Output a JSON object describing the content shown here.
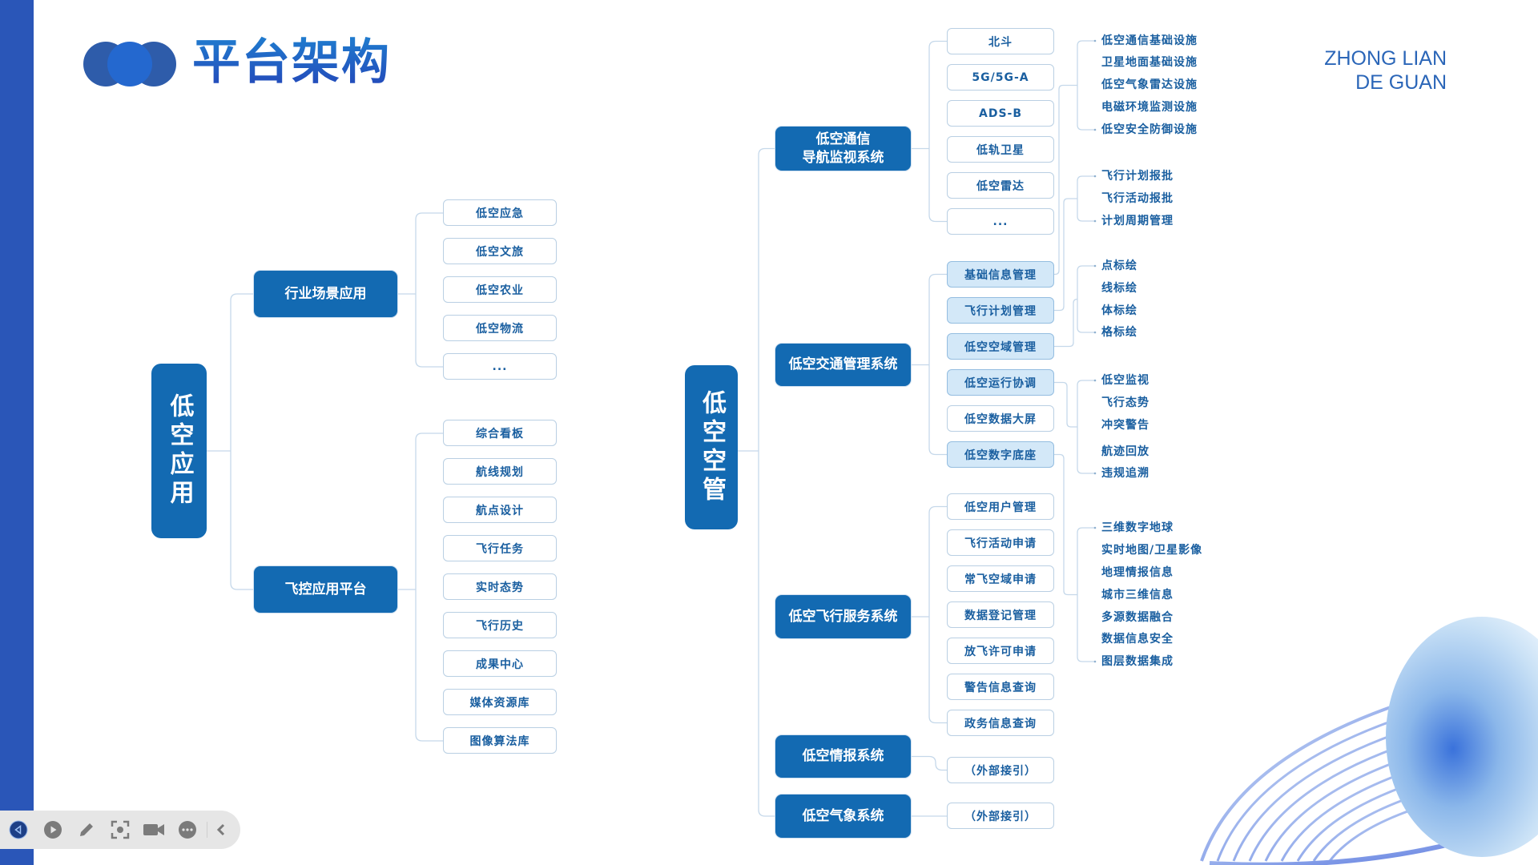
{
  "header": {
    "title": "平台架构",
    "brand_line1": "ZHONG LIAN",
    "brand_line2": "DE GUAN",
    "colors": {
      "accent": "#136ab2",
      "sidebar": "#2a56b8",
      "leaf_text": "#1a5fa0",
      "highlight_box": "#d3e8f8"
    }
  },
  "left_tree": {
    "root": "低空应用",
    "branches": [
      {
        "label": "行业场景应用",
        "items": [
          "低空应急",
          "低空文旅",
          "低空农业",
          "低空物流",
          "..."
        ]
      },
      {
        "label": "飞控应用平台",
        "items": [
          "综合看板",
          "航线规划",
          "航点设计",
          "飞行任务",
          "实时态势",
          "飞行历史",
          "成果中心",
          "媒体资源库",
          "图像算法库"
        ]
      }
    ]
  },
  "right_tree": {
    "root": "低空空管",
    "branches": [
      {
        "label": "低空通信\n导航监视系统",
        "items": [
          {
            "label": "北斗",
            "highlighted": false
          },
          {
            "label": "5G/5G-A",
            "highlighted": false
          },
          {
            "label": "ADS-B",
            "highlighted": false
          },
          {
            "label": "低轨卫星",
            "highlighted": false
          },
          {
            "label": "低空雷达",
            "highlighted": false
          },
          {
            "label": "...",
            "highlighted": false
          }
        ]
      },
      {
        "label": "低空交通管理系统",
        "items": [
          {
            "label": "基础信息管理",
            "highlighted": true
          },
          {
            "label": "飞行计划管理",
            "highlighted": true
          },
          {
            "label": "低空空域管理",
            "highlighted": true
          },
          {
            "label": "低空运行协调",
            "highlighted": true
          },
          {
            "label": "低空数据大屏",
            "highlighted": false
          },
          {
            "label": "低空数字底座",
            "highlighted": true
          }
        ]
      },
      {
        "label": "低空飞行服务系统",
        "items": [
          {
            "label": "低空用户管理",
            "highlighted": false
          },
          {
            "label": "飞行活动申请",
            "highlighted": false
          },
          {
            "label": "常飞空域申请",
            "highlighted": false
          },
          {
            "label": "数据登记管理",
            "highlighted": false
          },
          {
            "label": "放飞许可申请",
            "highlighted": false
          },
          {
            "label": "警告信息查询",
            "highlighted": false
          },
          {
            "label": "政务信息查询",
            "highlighted": false
          }
        ]
      },
      {
        "label": "低空情报系统",
        "items": [
          {
            "label": "（外部接引）",
            "highlighted": false
          }
        ]
      },
      {
        "label": "低空气象系统",
        "items": [
          {
            "label": "（外部接引）",
            "highlighted": false
          }
        ]
      }
    ],
    "detail_groups": [
      {
        "source": "基础信息管理",
        "items": [
          "低空通信基础设施",
          "卫星地面基础设施",
          "低空气象雷达设施",
          "电磁环境监测设施",
          "低空安全防御设施"
        ]
      },
      {
        "source": "飞行计划管理",
        "items": [
          "飞行计划报批",
          "飞行活动报批",
          "计划周期管理"
        ]
      },
      {
        "source": "低空空域管理",
        "items": [
          "点标绘",
          "线标绘",
          "体标绘",
          "格标绘"
        ]
      },
      {
        "source": "低空运行协调",
        "items": [
          "低空监视",
          "飞行态势",
          "冲突警告",
          "航迹回放",
          "违规追溯"
        ]
      },
      {
        "source": "低空数字底座",
        "items": [
          "三维数字地球",
          "实时地图/卫星影像",
          "地理情报信息",
          "城市三维信息",
          "多源数据融合",
          "数据信息安全",
          "图层数据集成"
        ]
      }
    ]
  },
  "toolbar": {
    "icons": [
      "prev-slide-icon",
      "play-icon",
      "pen-icon",
      "focus-icon",
      "camera-icon",
      "more-icon",
      "collapse-icon"
    ]
  }
}
